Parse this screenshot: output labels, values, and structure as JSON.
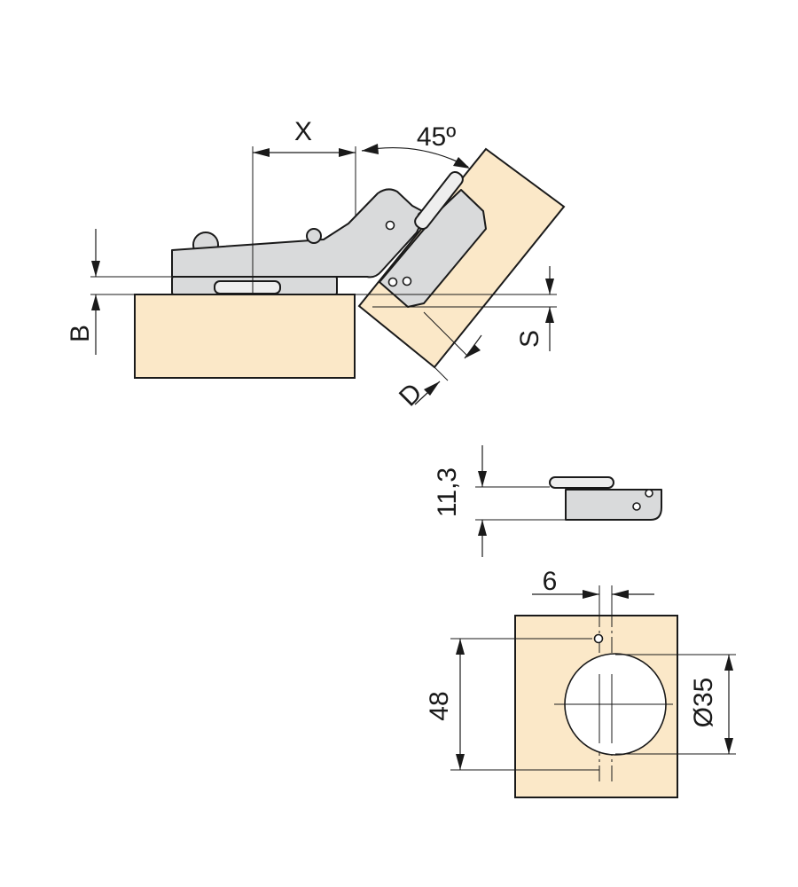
{
  "colors": {
    "wood": "#fbe8c8",
    "metal": "#d9dadb",
    "metal_light": "#eeeeee",
    "line": "#1a1a1a"
  },
  "labels": {
    "x": "X",
    "angle": "45º",
    "b": "B",
    "s": "S",
    "d": "D",
    "height_11_3": "11,3",
    "offset_6": "6",
    "spacing_48": "48",
    "diameter_35": "Ø35"
  }
}
